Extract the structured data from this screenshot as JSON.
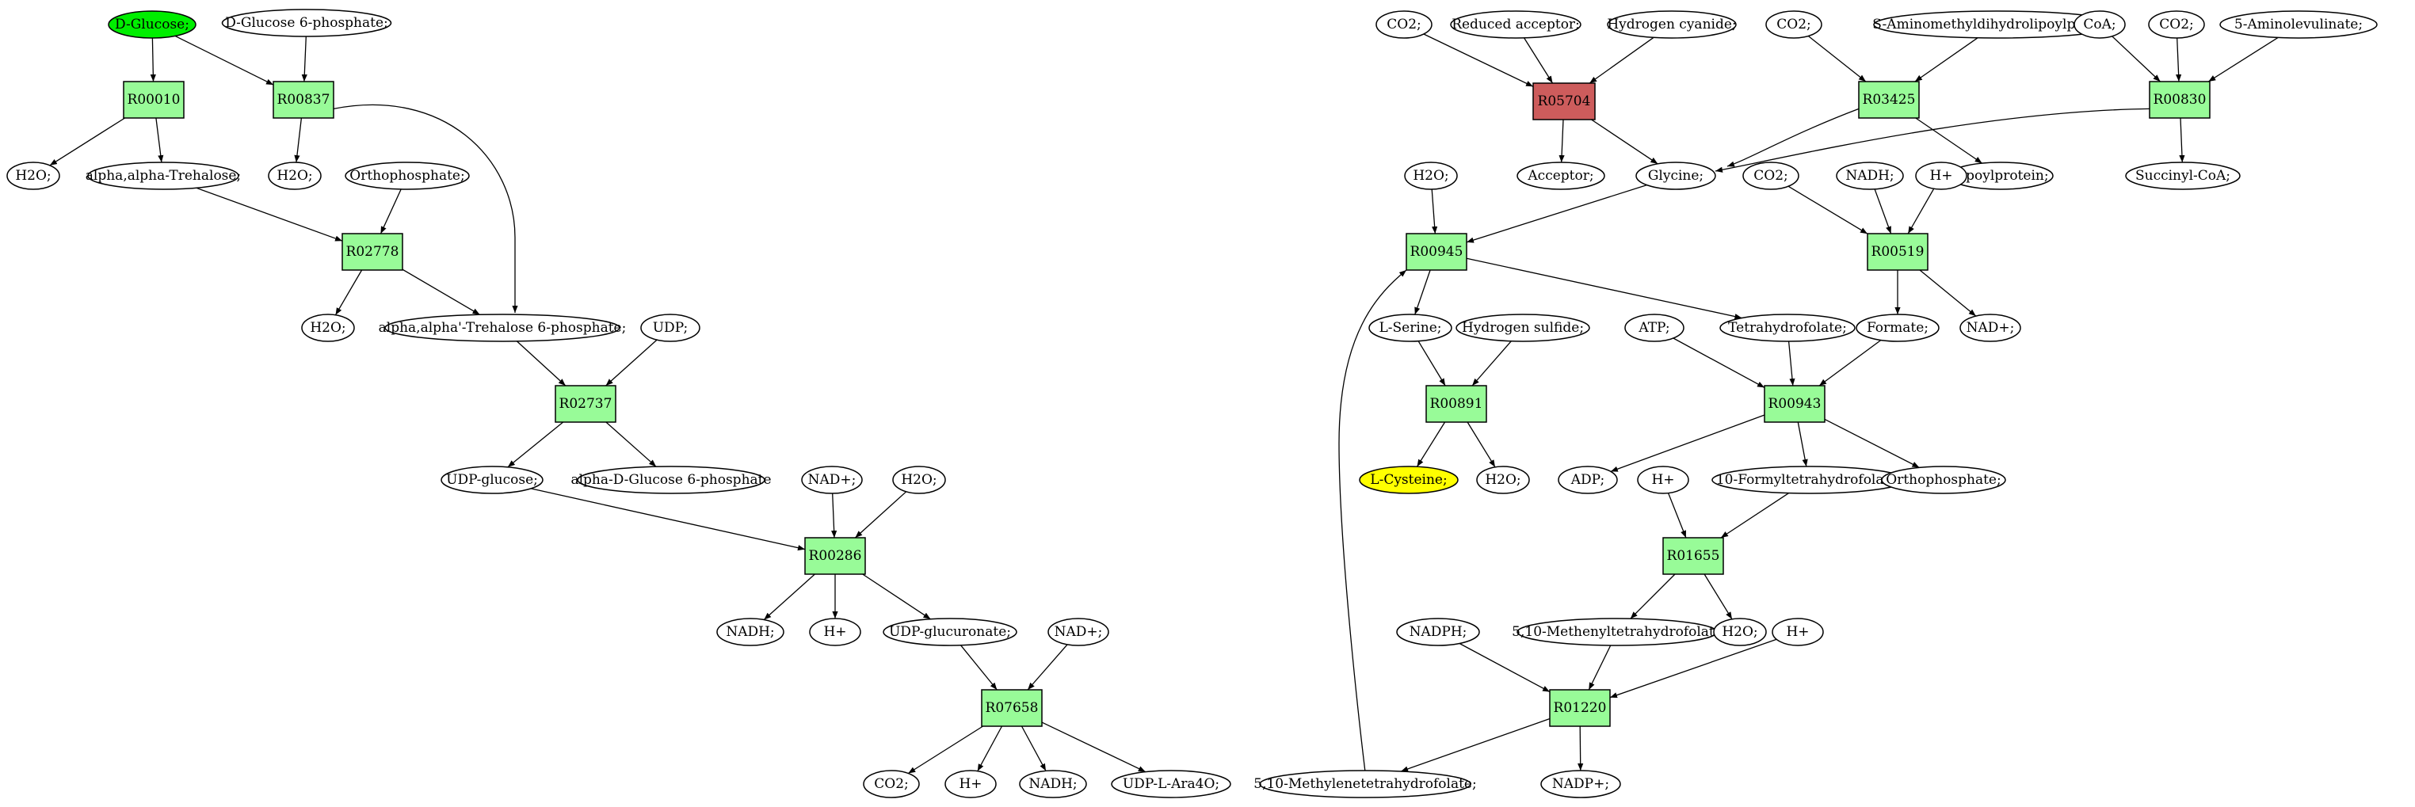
{
  "nodes": [
    {
      "id": "m_dglucose",
      "type": "compound",
      "label": "D-Glucose;",
      "style": "start"
    },
    {
      "id": "m_dg6p",
      "type": "compound",
      "label": "D-Glucose 6-phosphate;"
    },
    {
      "id": "r_R00010",
      "type": "reaction",
      "label": "R00010"
    },
    {
      "id": "r_R00837",
      "type": "reaction",
      "label": "R00837"
    },
    {
      "id": "m_h2o_1",
      "type": "compound",
      "label": "H2O;"
    },
    {
      "id": "m_trehalose",
      "type": "compound",
      "label": "alpha,alpha-Trehalose;"
    },
    {
      "id": "m_h2o_2",
      "type": "compound",
      "label": "H2O;"
    },
    {
      "id": "m_ortho_1",
      "type": "compound",
      "label": "Orthophosphate;"
    },
    {
      "id": "r_R02778",
      "type": "reaction",
      "label": "R02778"
    },
    {
      "id": "m_h2o_3",
      "type": "compound",
      "label": "H2O;"
    },
    {
      "id": "m_tre6p",
      "type": "compound",
      "label": "alpha,alpha'-Trehalose 6-phosphate;"
    },
    {
      "id": "m_udp",
      "type": "compound",
      "label": "UDP;"
    },
    {
      "id": "r_R02737",
      "type": "reaction",
      "label": "R02737"
    },
    {
      "id": "m_udpglucose",
      "type": "compound",
      "label": "UDP-glucose;"
    },
    {
      "id": "m_adg6p",
      "type": "compound",
      "label": "alpha-D-Glucose 6-phosphate"
    },
    {
      "id": "m_nadp_1",
      "type": "compound",
      "label": "NAD+;"
    },
    {
      "id": "m_h2o_4",
      "type": "compound",
      "label": "H2O;"
    },
    {
      "id": "r_R00286",
      "type": "reaction",
      "label": "R00286"
    },
    {
      "id": "m_nadh_1",
      "type": "compound",
      "label": "NADH;"
    },
    {
      "id": "m_hplus_1",
      "type": "compound",
      "label": "H+"
    },
    {
      "id": "m_udpgluc",
      "type": "compound",
      "label": "UDP-glucuronate;"
    },
    {
      "id": "m_nadp_2",
      "type": "compound",
      "label": "NAD+;"
    },
    {
      "id": "r_R07658",
      "type": "reaction",
      "label": "R07658"
    },
    {
      "id": "m_co2_1",
      "type": "compound",
      "label": "CO2;"
    },
    {
      "id": "m_hplus_2",
      "type": "compound",
      "label": "H+"
    },
    {
      "id": "m_nadh_2",
      "type": "compound",
      "label": "NADH;"
    },
    {
      "id": "m_udpara",
      "type": "compound",
      "label": "UDP-L-Ara4O;"
    },
    {
      "id": "m_co2_2",
      "type": "compound",
      "label": "CO2;"
    },
    {
      "id": "m_redacc",
      "type": "compound",
      "label": "Reduced acceptor;"
    },
    {
      "id": "m_hcn",
      "type": "compound",
      "label": "Hydrogen cyanide;"
    },
    {
      "id": "m_co2_3",
      "type": "compound",
      "label": "CO2;"
    },
    {
      "id": "m_samdlp",
      "type": "compound",
      "label": "S-Aminomethyldihydrolipoylprotein;"
    },
    {
      "id": "m_coa",
      "type": "compound",
      "label": "CoA;"
    },
    {
      "id": "m_co2_4",
      "type": "compound",
      "label": "CO2;"
    },
    {
      "id": "m_ala",
      "type": "compound",
      "label": "5-Aminolevulinate;"
    },
    {
      "id": "r_R05704",
      "type": "reaction",
      "label": "R05704",
      "style": "highlight"
    },
    {
      "id": "r_R03425",
      "type": "reaction",
      "label": "R03425"
    },
    {
      "id": "r_R00830",
      "type": "reaction",
      "label": "R00830"
    },
    {
      "id": "m_acceptor",
      "type": "compound",
      "label": "Acceptor;"
    },
    {
      "id": "m_glycine",
      "type": "compound",
      "label": "Glycine;"
    },
    {
      "id": "m_lipoyl",
      "type": "compound",
      "label": "Lipoylprotein;"
    },
    {
      "id": "m_succoa",
      "type": "compound",
      "label": "Succinyl-CoA;"
    },
    {
      "id": "m_h2o_5",
      "type": "compound",
      "label": "H2O;"
    },
    {
      "id": "m_co2_5",
      "type": "compound",
      "label": "CO2;"
    },
    {
      "id": "m_nadh_3",
      "type": "compound",
      "label": "NADH;"
    },
    {
      "id": "m_hplus_3",
      "type": "compound",
      "label": "H+"
    },
    {
      "id": "r_R00945",
      "type": "reaction",
      "label": "R00945"
    },
    {
      "id": "r_R00519",
      "type": "reaction",
      "label": "R00519"
    },
    {
      "id": "m_lserine",
      "type": "compound",
      "label": "L-Serine;"
    },
    {
      "id": "m_h2s",
      "type": "compound",
      "label": "Hydrogen sulfide;"
    },
    {
      "id": "m_atp",
      "type": "compound",
      "label": "ATP;"
    },
    {
      "id": "m_thf",
      "type": "compound",
      "label": "Tetrahydrofolate;"
    },
    {
      "id": "m_formate",
      "type": "compound",
      "label": "Formate;"
    },
    {
      "id": "m_nadp_3",
      "type": "compound",
      "label": "NAD+;"
    },
    {
      "id": "r_R00891",
      "type": "reaction",
      "label": "R00891"
    },
    {
      "id": "r_R00943",
      "type": "reaction",
      "label": "R00943"
    },
    {
      "id": "m_lcys",
      "type": "compound",
      "label": "L-Cysteine;",
      "style": "target"
    },
    {
      "id": "m_h2o_6",
      "type": "compound",
      "label": "H2O;"
    },
    {
      "id": "m_adp",
      "type": "compound",
      "label": "ADP;"
    },
    {
      "id": "m_hplus_4",
      "type": "compound",
      "label": "H+"
    },
    {
      "id": "m_10fthf",
      "type": "compound",
      "label": "10-Formyltetrahydrofolate;"
    },
    {
      "id": "m_ortho_2",
      "type": "compound",
      "label": "Orthophosphate;"
    },
    {
      "id": "r_R01655",
      "type": "reaction",
      "label": "R01655"
    },
    {
      "id": "m_nadph",
      "type": "compound",
      "label": "NADPH;"
    },
    {
      "id": "m_methenyl",
      "type": "compound",
      "label": "5,10-Methenyltetrahydrofolate"
    },
    {
      "id": "m_h2o_7",
      "type": "compound",
      "label": "H2O;"
    },
    {
      "id": "m_hplus_5",
      "type": "compound",
      "label": "H+"
    },
    {
      "id": "r_R01220",
      "type": "reaction",
      "label": "R01220"
    },
    {
      "id": "m_methylene",
      "type": "compound",
      "label": "5,10-Methylenetetrahydrofolate;"
    },
    {
      "id": "m_nadpplus",
      "type": "compound",
      "label": "NADP+;"
    }
  ],
  "edges": [
    [
      "m_dglucose",
      "r_R00010"
    ],
    [
      "m_dglucose",
      "r_R00837"
    ],
    [
      "m_dg6p",
      "r_R00837"
    ],
    [
      "r_R00010",
      "m_h2o_1"
    ],
    [
      "r_R00010",
      "m_trehalose"
    ],
    [
      "r_R00837",
      "m_h2o_2"
    ],
    [
      "r_R00837",
      "m_tre6p"
    ],
    [
      "m_trehalose",
      "r_R02778"
    ],
    [
      "m_ortho_1",
      "r_R02778"
    ],
    [
      "r_R02778",
      "m_h2o_3"
    ],
    [
      "r_R02778",
      "m_tre6p"
    ],
    [
      "m_tre6p",
      "r_R02737"
    ],
    [
      "m_udp",
      "r_R02737"
    ],
    [
      "r_R02737",
      "m_udpglucose"
    ],
    [
      "r_R02737",
      "m_adg6p"
    ],
    [
      "m_udpglucose",
      "r_R00286"
    ],
    [
      "m_nadp_1",
      "r_R00286"
    ],
    [
      "m_h2o_4",
      "r_R00286"
    ],
    [
      "r_R00286",
      "m_nadh_1"
    ],
    [
      "r_R00286",
      "m_hplus_1"
    ],
    [
      "r_R00286",
      "m_udpgluc"
    ],
    [
      "m_udpgluc",
      "r_R07658"
    ],
    [
      "m_nadp_2",
      "r_R07658"
    ],
    [
      "r_R07658",
      "m_co2_1"
    ],
    [
      "r_R07658",
      "m_hplus_2"
    ],
    [
      "r_R07658",
      "m_nadh_2"
    ],
    [
      "r_R07658",
      "m_udpara"
    ],
    [
      "m_co2_2",
      "r_R05704"
    ],
    [
      "m_redacc",
      "r_R05704"
    ],
    [
      "m_hcn",
      "r_R05704"
    ],
    [
      "r_R05704",
      "m_acceptor"
    ],
    [
      "r_R05704",
      "m_glycine"
    ],
    [
      "m_co2_3",
      "r_R03425"
    ],
    [
      "m_samdlp",
      "r_R03425"
    ],
    [
      "r_R03425",
      "m_glycine"
    ],
    [
      "r_R03425",
      "m_lipoyl"
    ],
    [
      "m_coa",
      "r_R00830"
    ],
    [
      "m_co2_4",
      "r_R00830"
    ],
    [
      "m_ala",
      "r_R00830"
    ],
    [
      "r_R00830",
      "m_glycine"
    ],
    [
      "r_R00830",
      "m_succoa"
    ],
    [
      "m_h2o_5",
      "r_R00945"
    ],
    [
      "m_glycine",
      "r_R00945"
    ],
    [
      "m_methylene",
      "r_R00945"
    ],
    [
      "r_R00945",
      "m_lserine"
    ],
    [
      "r_R00945",
      "m_thf"
    ],
    [
      "m_co2_5",
      "r_R00519"
    ],
    [
      "m_nadh_3",
      "r_R00519"
    ],
    [
      "m_hplus_3",
      "r_R00519"
    ],
    [
      "r_R00519",
      "m_formate"
    ],
    [
      "r_R00519",
      "m_nadp_3"
    ],
    [
      "m_lserine",
      "r_R00891"
    ],
    [
      "m_h2s",
      "r_R00891"
    ],
    [
      "r_R00891",
      "m_lcys"
    ],
    [
      "r_R00891",
      "m_h2o_6"
    ],
    [
      "m_atp",
      "r_R00943"
    ],
    [
      "m_thf",
      "r_R00943"
    ],
    [
      "m_formate",
      "r_R00943"
    ],
    [
      "r_R00943",
      "m_adp"
    ],
    [
      "r_R00943",
      "m_10fthf"
    ],
    [
      "r_R00943",
      "m_ortho_2"
    ],
    [
      "m_hplus_4",
      "r_R01655"
    ],
    [
      "m_10fthf",
      "r_R01655"
    ],
    [
      "r_R01655",
      "m_methenyl"
    ],
    [
      "r_R01655",
      "m_h2o_7"
    ],
    [
      "m_nadph",
      "r_R01220"
    ],
    [
      "m_methenyl",
      "r_R01220"
    ],
    [
      "m_hplus_5",
      "r_R01220"
    ],
    [
      "r_R01220",
      "m_methylene"
    ],
    [
      "r_R01220",
      "m_nadpplus"
    ]
  ]
}
